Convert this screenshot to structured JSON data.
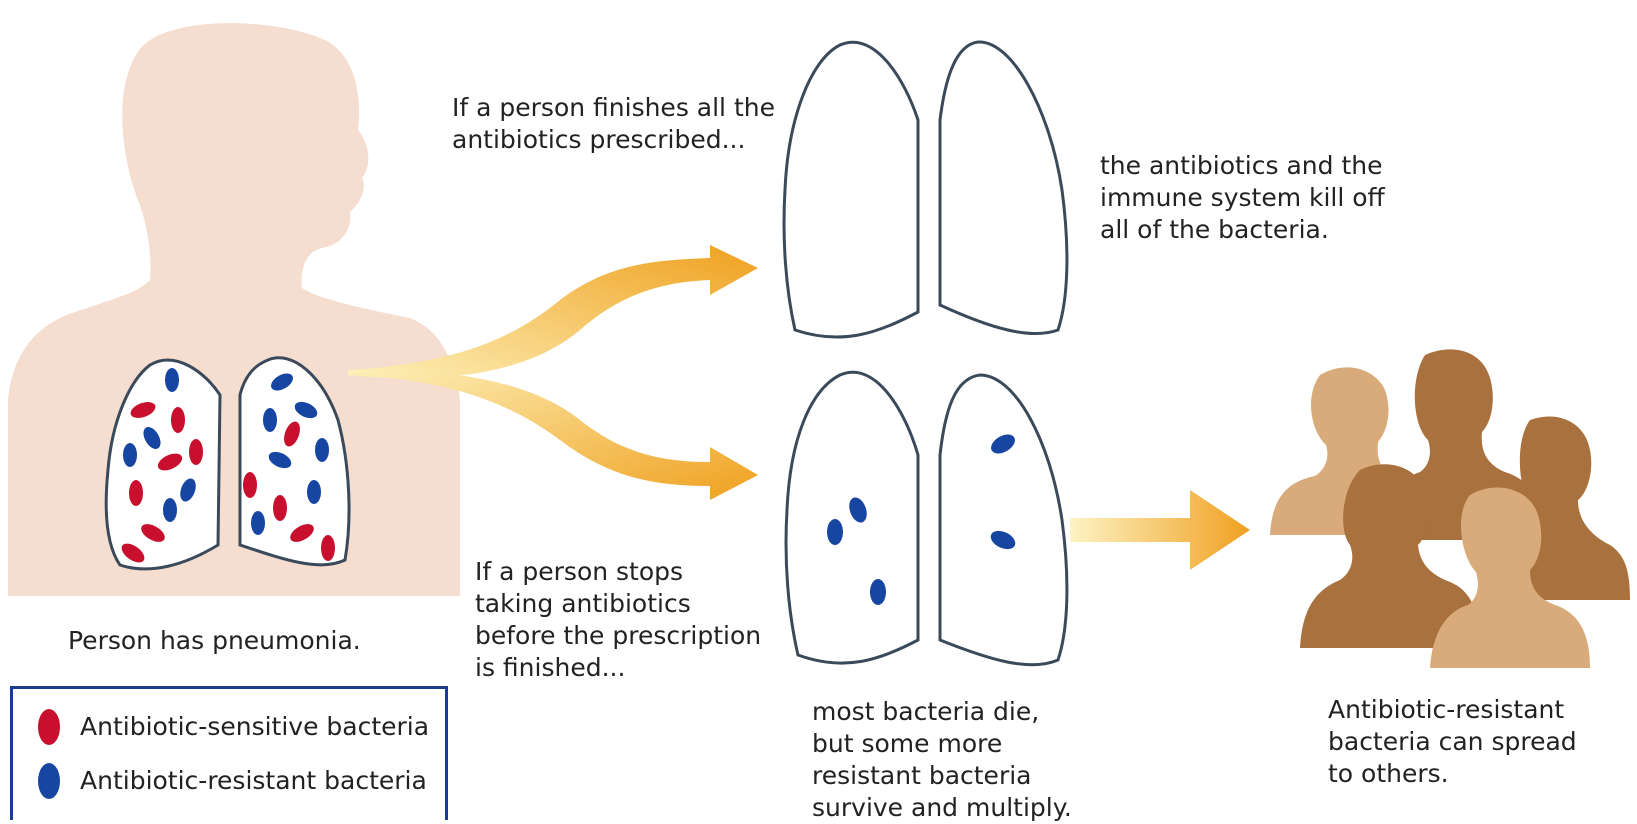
{
  "captions": {
    "finishes": "If a person finishes all the\nantibiotics prescribed...",
    "stops": "If a person stops\ntaking antibiotics\nbefore the prescription\nis finished...",
    "kill_off": "the antibiotics and the\nimmune system kill off\nall of the bacteria.",
    "survive": "most bacteria die,\nbut some more\nresistant bacteria\nsurvive and multiply.",
    "pneumonia": "Person has pneumonia.",
    "spread": "Antibiotic-resistant\nbacteria can spread\nto others."
  },
  "legend": {
    "items": [
      {
        "label": "Antibiotic-sensitive bacteria",
        "color": "#c8102e"
      },
      {
        "label": "Antibiotic-resistant bacteria",
        "color": "#1746a2"
      }
    ]
  },
  "colors": {
    "skin": "#f5ddd0",
    "lung_outline": "#3a4a5a",
    "arrow_start": "#fbe49a",
    "arrow_end": "#f0a020",
    "crowd_light": "#d9aa7a",
    "crowd_dark": "#a8713e",
    "legend_border": "#1a3c8c"
  }
}
